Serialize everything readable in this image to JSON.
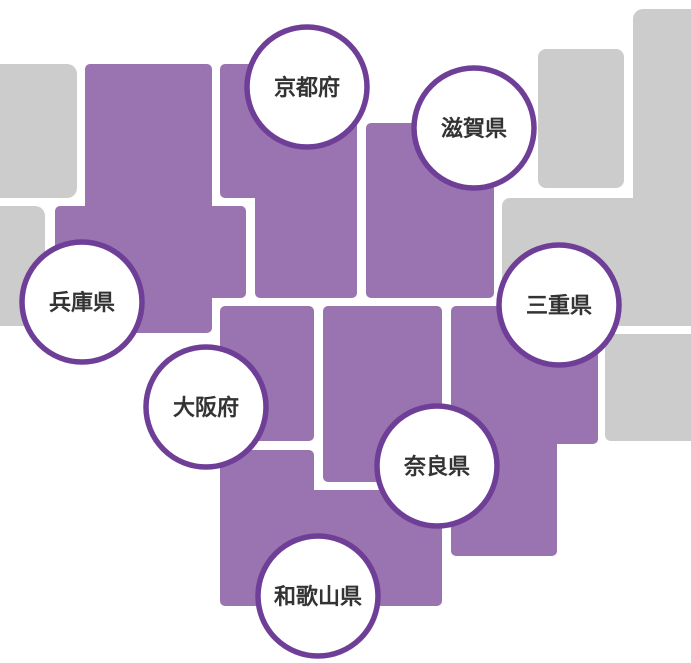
{
  "colors": {
    "prefecture_fill": "#9a74b0",
    "neighbor_fill": "#cccccc",
    "badge_stroke": "#6f3f98",
    "badge_fill": "#ffffff",
    "label_text": "#333333"
  },
  "prefectures": [
    {
      "id": "kyoto",
      "label": "京都府"
    },
    {
      "id": "shiga",
      "label": "滋賀県"
    },
    {
      "id": "hyogo",
      "label": "兵庫県"
    },
    {
      "id": "mie",
      "label": "三重県"
    },
    {
      "id": "osaka",
      "label": "大阪府"
    },
    {
      "id": "nara",
      "label": "奈良県"
    },
    {
      "id": "wakayama",
      "label": "和歌山県"
    }
  ]
}
